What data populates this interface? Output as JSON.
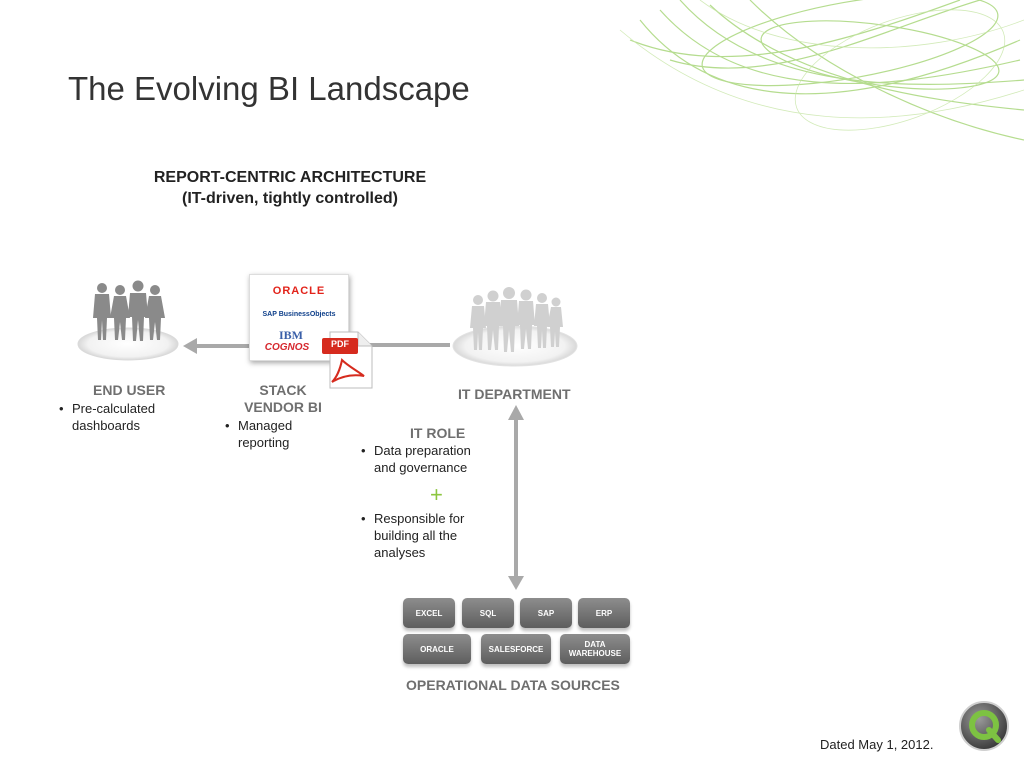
{
  "slide": {
    "title": "The Evolving BI Landscape",
    "arch_title_line1": "REPORT-CENTRIC ARCHITECTURE",
    "arch_title_line2": "(IT-driven, tightly controlled)",
    "date": "Dated May 1, 2012."
  },
  "end_user": {
    "heading": "END USER",
    "bullets": [
      "Pre-calculated dashboards"
    ]
  },
  "stack_vendor": {
    "heading_line1": "STACK",
    "heading_line2": "VENDOR BI",
    "bullets": [
      "Managed reporting"
    ],
    "logos": {
      "oracle": "ORACLE",
      "sap": "SAP BusinessObjects",
      "ibm": "IBM",
      "cognos": "COGNOS",
      "pdf": "PDF"
    }
  },
  "it_department": {
    "heading": "IT DEPARTMENT",
    "role_heading": "IT ROLE",
    "bullets": [
      "Data preparation and governance",
      "Responsible for building all the analyses"
    ],
    "plus": "+"
  },
  "data_sources": {
    "label": "OPERATIONAL DATA SOURCES",
    "row1": [
      "EXCEL",
      "SQL",
      "SAP",
      "ERP"
    ],
    "row2": [
      "ORACLE",
      "SALESFORCE",
      "DATA WAREHOUSE"
    ]
  },
  "colors": {
    "heading_gray": "#6f6f6f",
    "arrow_gray": "#a9a9a9",
    "accent_green": "#8cc63f",
    "oracle_red": "#e2231a",
    "sap_blue": "#0e3f8a",
    "pdf_red": "#d62b1e"
  },
  "icons": [
    "end-user-group-icon",
    "it-department-group-icon",
    "pdf-icon",
    "qlik-logo-icon",
    "green-swirl-decoration"
  ]
}
